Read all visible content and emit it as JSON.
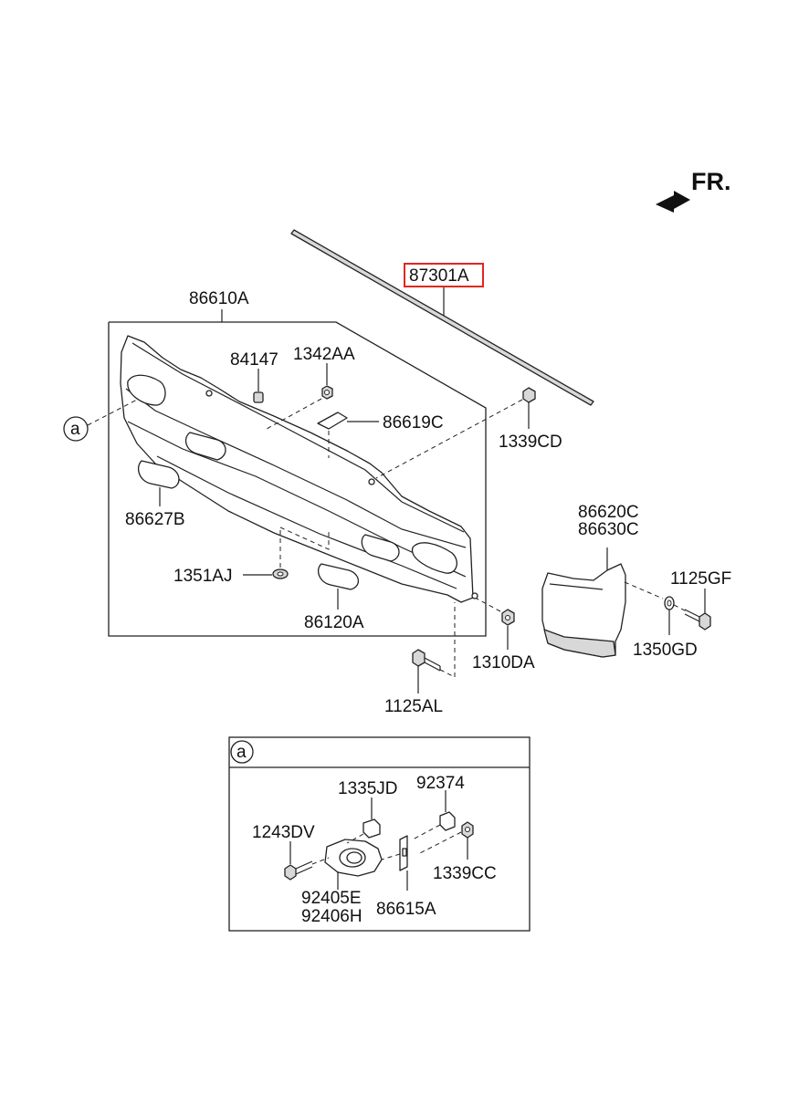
{
  "orientation": {
    "text": "FR."
  },
  "callout_ref": "a",
  "parts": {
    "p87301A": "87301A",
    "p86610A": "86610A",
    "p84147": "84147",
    "p1342AA": "1342AA",
    "p86619C": "86619C",
    "p1339CD": "1339CD",
    "p86627B": "86627B",
    "p1351AJ": "1351AJ",
    "p86120A": "86120A",
    "p1310DA": "1310DA",
    "p1125AL": "1125AL",
    "p86620C": "86620C",
    "p86630C": "86630C",
    "p1125GF": "1125GF",
    "p1350GD": "1350GD"
  },
  "detail": {
    "title_ref": "a",
    "p1335JD": "1335JD",
    "p92374": "92374",
    "p1243DV": "1243DV",
    "p1339CC": "1339CC",
    "p92405E": "92405E",
    "p92406H": "92406H",
    "p86615A": "86615A"
  },
  "highlight_color": "#e0271f"
}
